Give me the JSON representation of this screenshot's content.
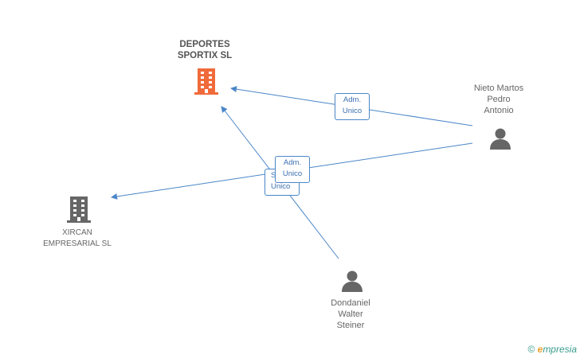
{
  "nodes": {
    "company_main": {
      "name_line1": "DEPORTES",
      "name_line2": "SPORTIX SL",
      "color": "#f06a3a"
    },
    "company_other": {
      "name_line1": "XIRCAN",
      "name_line2": "EMPRESARIAL SL",
      "color": "#666666"
    },
    "person_nieto": {
      "line1": "Nieto Martos",
      "line2": "Pedro",
      "line3": "Antonio",
      "color": "#666666"
    },
    "person_dondaniel": {
      "line1": "Dondaniel",
      "line2": "Walter",
      "line3": "Steiner",
      "color": "#666666"
    }
  },
  "edges": {
    "nieto_to_sportix": {
      "line1": "Adm.",
      "line2": "Unico"
    },
    "nieto_to_xircan": {
      "line1": "Adm.",
      "line2": "Unico"
    },
    "dondaniel_to_sportix": {
      "line1": "S",
      "line2": "Unico"
    }
  },
  "colors": {
    "edge": "#4a86c8"
  },
  "footer": {
    "copyright": "©",
    "brand_initial": "e",
    "brand_rest": "mpresia"
  }
}
